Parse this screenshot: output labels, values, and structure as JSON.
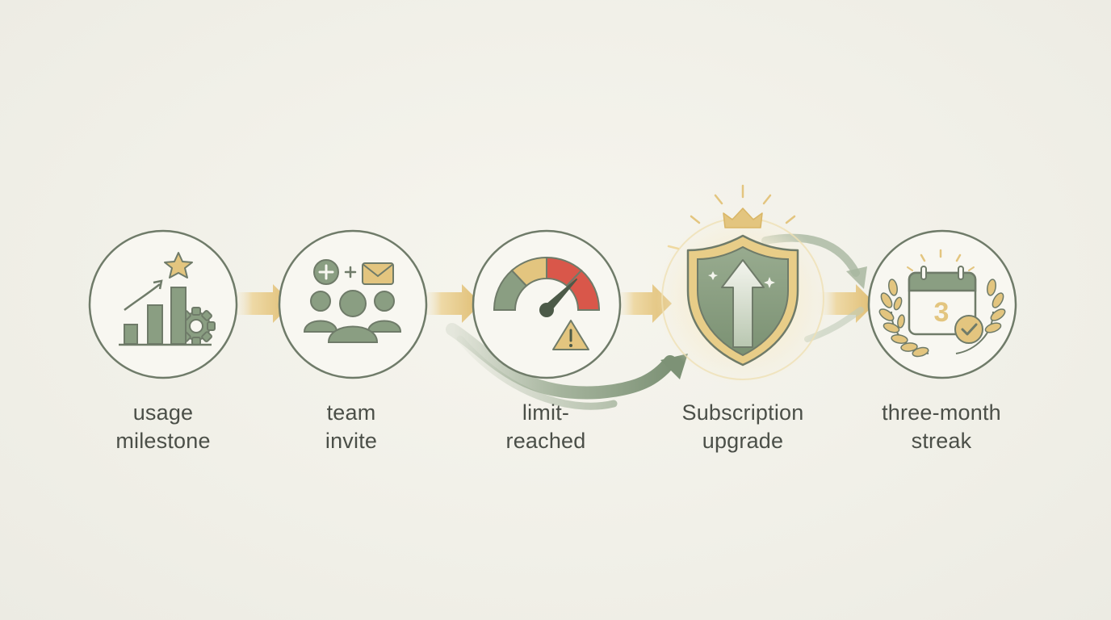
{
  "colors": {
    "sage": "#8a9e82",
    "sage_dark": "#5f7258",
    "outline": "#6f7b69",
    "gold": "#e3c57f",
    "gold_dark": "#cfa85a",
    "red": "#d9574a",
    "background": "#f3f2ea"
  },
  "steps": [
    {
      "line1": "usage",
      "line2": "milestone",
      "icon": "chart-star-gear-icon"
    },
    {
      "line1": "team",
      "line2": "invite",
      "icon": "team-invite-icon"
    },
    {
      "line1": "limit-",
      "line2": "reached",
      "icon": "gauge-warning-icon"
    },
    {
      "line1": "Subscription",
      "line2": "upgrade",
      "icon": "shield-crown-arrow-icon"
    },
    {
      "line1": "three-month",
      "line2": "streak",
      "icon": "calendar-laurel-icon"
    }
  ],
  "calendar_number": "3"
}
